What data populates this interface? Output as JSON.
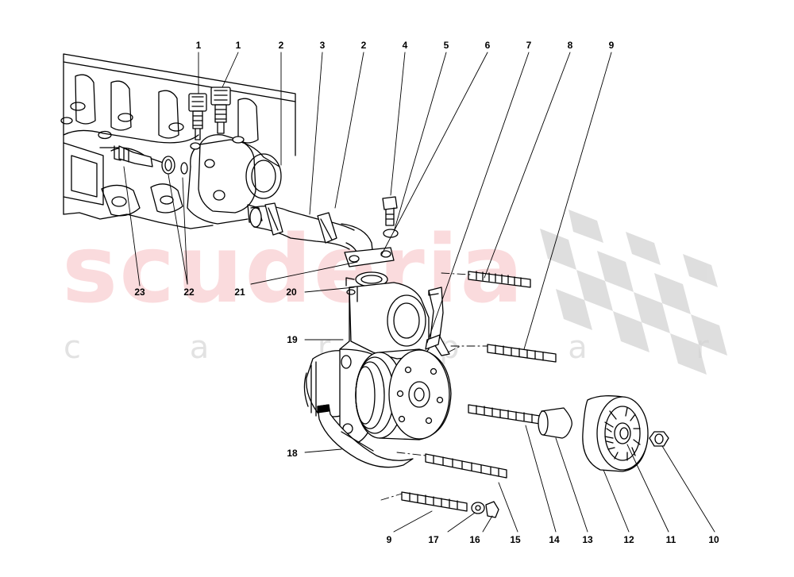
{
  "watermark": {
    "brand": "scuderia",
    "tagline": "c a r   p a r t s",
    "brand_color": "#e85c66"
  },
  "callouts": [
    {
      "id": "c1a",
      "text": "1"
    },
    {
      "id": "c1b",
      "text": "1"
    },
    {
      "id": "c2a",
      "text": "2"
    },
    {
      "id": "c3",
      "text": "3"
    },
    {
      "id": "c2b",
      "text": "2"
    },
    {
      "id": "c4",
      "text": "4"
    },
    {
      "id": "c5",
      "text": "5"
    },
    {
      "id": "c6",
      "text": "6"
    },
    {
      "id": "c7",
      "text": "7"
    },
    {
      "id": "c8",
      "text": "8"
    },
    {
      "id": "c9a",
      "text": "9"
    },
    {
      "id": "c23",
      "text": "23"
    },
    {
      "id": "c22",
      "text": "22"
    },
    {
      "id": "c21",
      "text": "21"
    },
    {
      "id": "c20",
      "text": "20"
    },
    {
      "id": "c19",
      "text": "19"
    },
    {
      "id": "c18",
      "text": "18"
    },
    {
      "id": "c9b",
      "text": "9"
    },
    {
      "id": "c17",
      "text": "17"
    },
    {
      "id": "c16",
      "text": "16"
    },
    {
      "id": "c15",
      "text": "15"
    },
    {
      "id": "c14",
      "text": "14"
    },
    {
      "id": "c13",
      "text": "13"
    },
    {
      "id": "c12",
      "text": "12"
    },
    {
      "id": "c11",
      "text": "11"
    },
    {
      "id": "c10",
      "text": "10"
    }
  ]
}
